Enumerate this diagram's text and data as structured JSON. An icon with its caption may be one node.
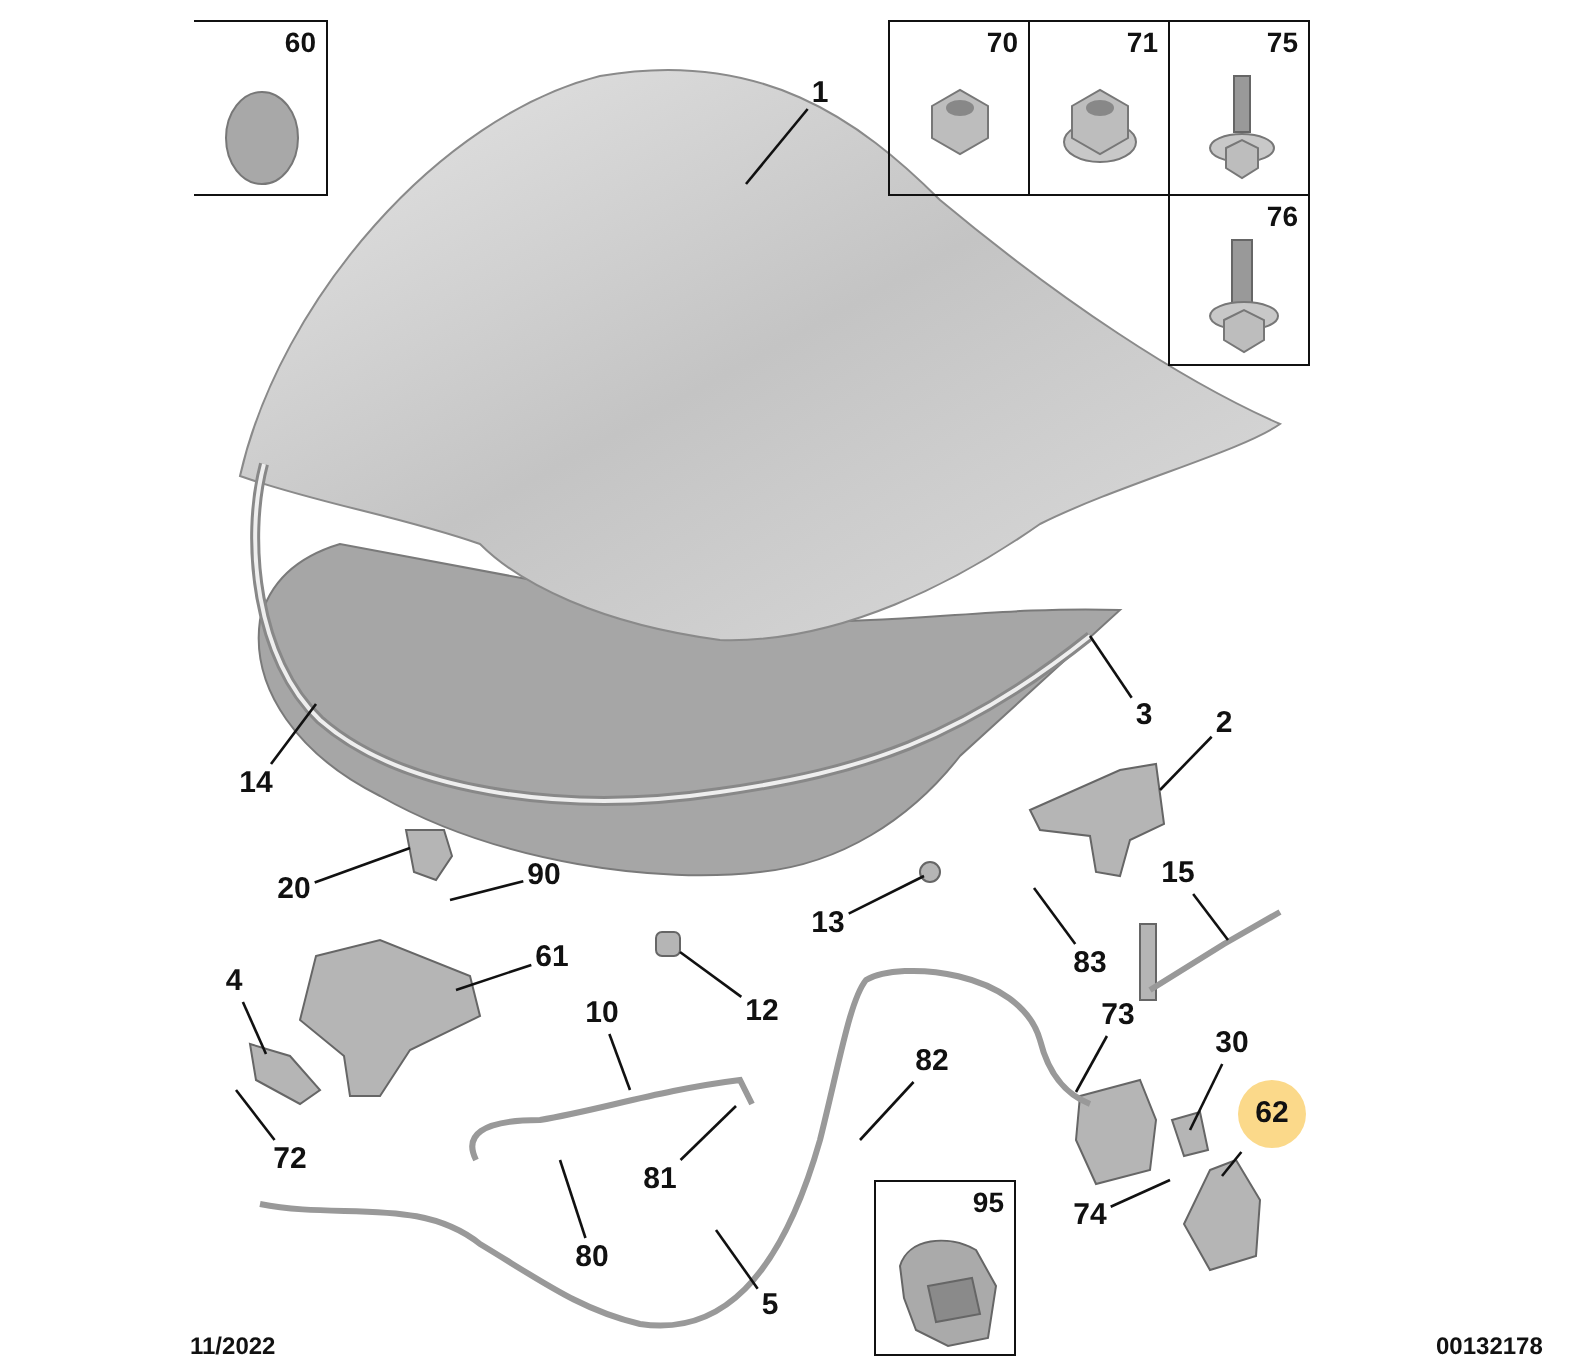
{
  "diagram": {
    "nodes": [
      {
        "text": [
          "60"
        ]
      },
      {
        "text": [
          "70"
        ]
      },
      {
        "text": [
          "71"
        ]
      },
      {
        "text": [
          "75"
        ]
      },
      {
        "text": [
          "1"
        ]
      },
      {
        "text": [
          "76"
        ]
      },
      {
        "text": [
          "3"
        ]
      },
      {
        "text": [
          "14"
        ]
      },
      {
        "text": [
          "2"
        ]
      },
      {
        "text": [
          "20"
        ]
      },
      {
        "text": [
          "90"
        ]
      },
      {
        "text": [
          "13"
        ]
      },
      {
        "text": [
          "15"
        ]
      },
      {
        "text": [
          "83"
        ]
      },
      {
        "text": [
          "61"
        ]
      },
      {
        "text": [
          "12"
        ]
      },
      {
        "text": [
          "4"
        ]
      },
      {
        "text": [
          "10"
        ]
      },
      {
        "text": [
          "73"
        ]
      },
      {
        "text": [
          "30"
        ]
      },
      {
        "text": [
          "82"
        ]
      },
      {
        "text": [
          "62"
        ]
      },
      {
        "text": [
          "81"
        ]
      },
      {
        "text": [
          "72"
        ]
      },
      {
        "text": [
          "74"
        ]
      },
      {
        "text": [
          "80"
        ]
      },
      {
        "text": [
          "95"
        ]
      },
      {
        "text": [
          "5"
        ]
      }
    ],
    "edges": [
      {
        "from": 4,
        "to": null,
        "arrow": "none"
      },
      {
        "from": 6,
        "to": null,
        "arrow": "none"
      },
      {
        "from": 7,
        "to": null,
        "arrow": "none"
      },
      {
        "from": 8,
        "to": null,
        "arrow": "none"
      },
      {
        "from": 9,
        "to": null,
        "arrow": "none"
      },
      {
        "from": 10,
        "to": null,
        "arrow": "none"
      },
      {
        "from": 11,
        "to": null,
        "arrow": "none"
      },
      {
        "from": 12,
        "to": null,
        "arrow": "none"
      },
      {
        "from": 13,
        "to": null,
        "arrow": "none"
      },
      {
        "from": 14,
        "to": null,
        "arrow": "none"
      },
      {
        "from": 15,
        "to": null,
        "arrow": "none"
      },
      {
        "from": 16,
        "to": null,
        "arrow": "none"
      },
      {
        "from": 17,
        "to": null,
        "arrow": "none"
      },
      {
        "from": 18,
        "to": null,
        "arrow": "none"
      },
      {
        "from": 19,
        "to": null,
        "arrow": "none"
      },
      {
        "from": 20,
        "to": null,
        "arrow": "none"
      },
      {
        "from": 21,
        "to": null,
        "arrow": "none"
      },
      {
        "from": 22,
        "to": null,
        "arrow": "none"
      },
      {
        "from": 23,
        "to": null,
        "arrow": "none"
      },
      {
        "from": 24,
        "to": null,
        "arrow": "none"
      },
      {
        "from": 25,
        "to": null,
        "arrow": "none"
      },
      {
        "from": 27,
        "to": null,
        "arrow": "none"
      }
    ],
    "labels": [
      "11/2022",
      "00132178"
    ]
  }
}
